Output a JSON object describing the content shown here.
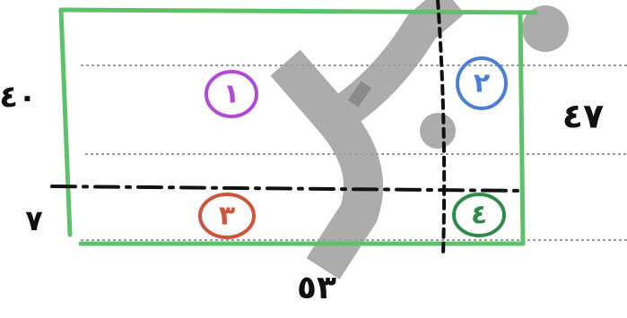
{
  "labels": {
    "top_left": "٤٠",
    "left_bottom": "٧",
    "right": "٤٧",
    "bottom": "٥٣"
  },
  "regions": [
    {
      "id": "r1",
      "text": "١",
      "color": "#b14bd6"
    },
    {
      "id": "r2",
      "text": "٢",
      "color": "#4a7fd4"
    },
    {
      "id": "r3",
      "text": "٣",
      "color": "#d0533c"
    },
    {
      "id": "r4",
      "text": "٤",
      "color": "#2f8a4a"
    }
  ],
  "colors": {
    "rectangle": "#5cc26a",
    "dashes": "#111111",
    "guide_lines": "#9a9a9a",
    "watermark": "#9e9e9e",
    "ink": "#111111"
  }
}
